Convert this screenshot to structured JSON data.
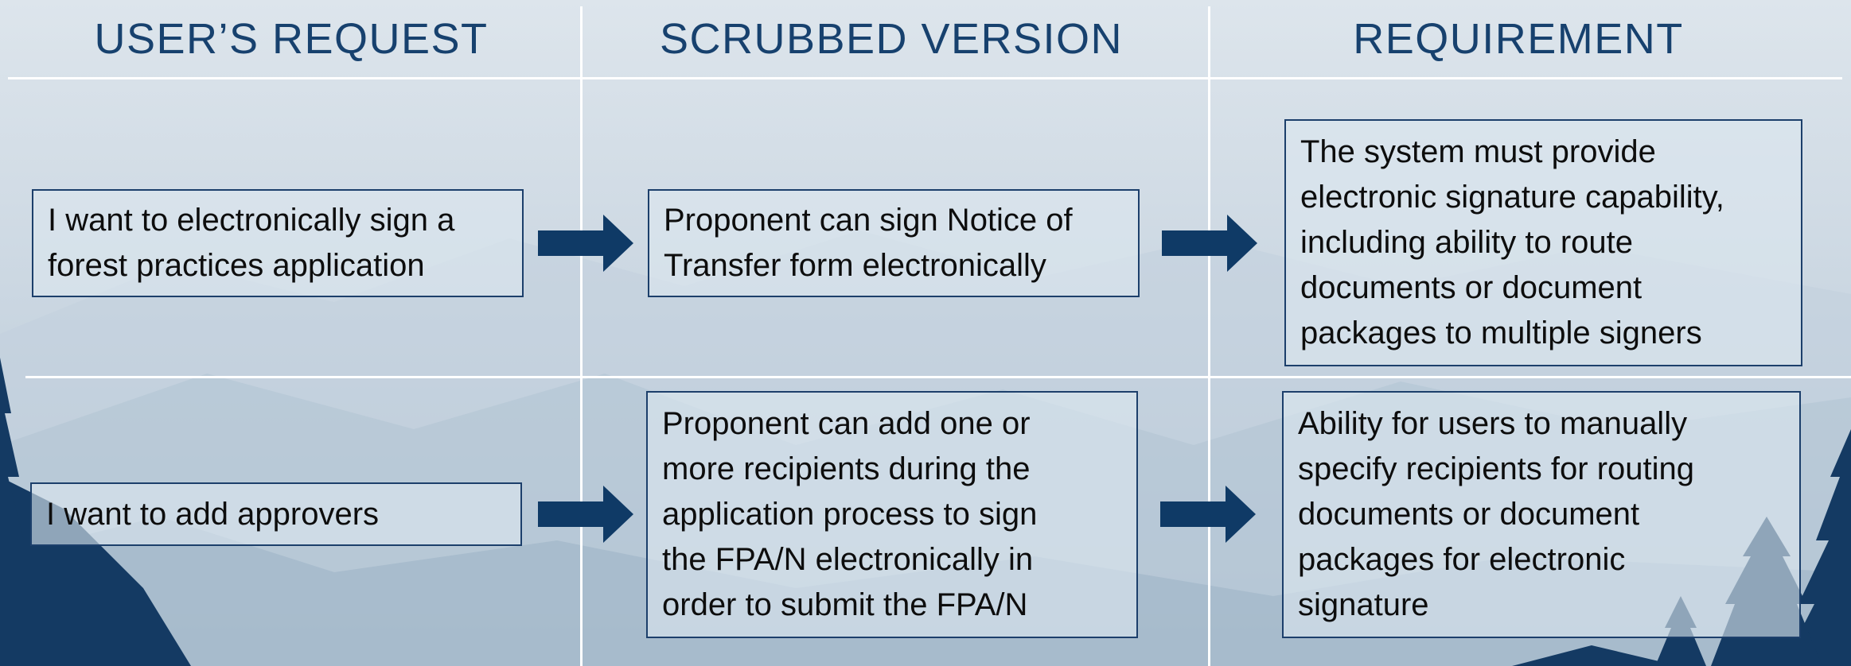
{
  "headers": {
    "col1": "USER’S REQUEST",
    "col2": "SCRUBBED VERSION",
    "col3": "REQUIREMENT"
  },
  "rows": [
    {
      "request": [
        "I want to electronically sign a",
        "forest practices application"
      ],
      "scrubbed": [
        "Proponent can sign Notice of",
        "Transfer form electronically"
      ],
      "requirement": [
        "The system must provide",
        "electronic signature capability,",
        "including ability to route",
        "documents or document",
        "packages to multiple signers"
      ]
    },
    {
      "request": [
        "I want to add approvers"
      ],
      "scrubbed": [
        "Proponent can add one or",
        "more recipients during the",
        "application process to sign",
        "the FPA/N electronically in",
        "order to submit the FPA/N"
      ],
      "requirement": [
        "Ability for users to manually",
        "specify recipients for routing",
        "documents or document",
        "packages for electronic",
        "signature"
      ]
    }
  ],
  "colors": {
    "header_text": "#17416e",
    "arrow": "#0f3a66",
    "box_border": "#1c3f6b",
    "grid_lines": "#ffffff"
  }
}
